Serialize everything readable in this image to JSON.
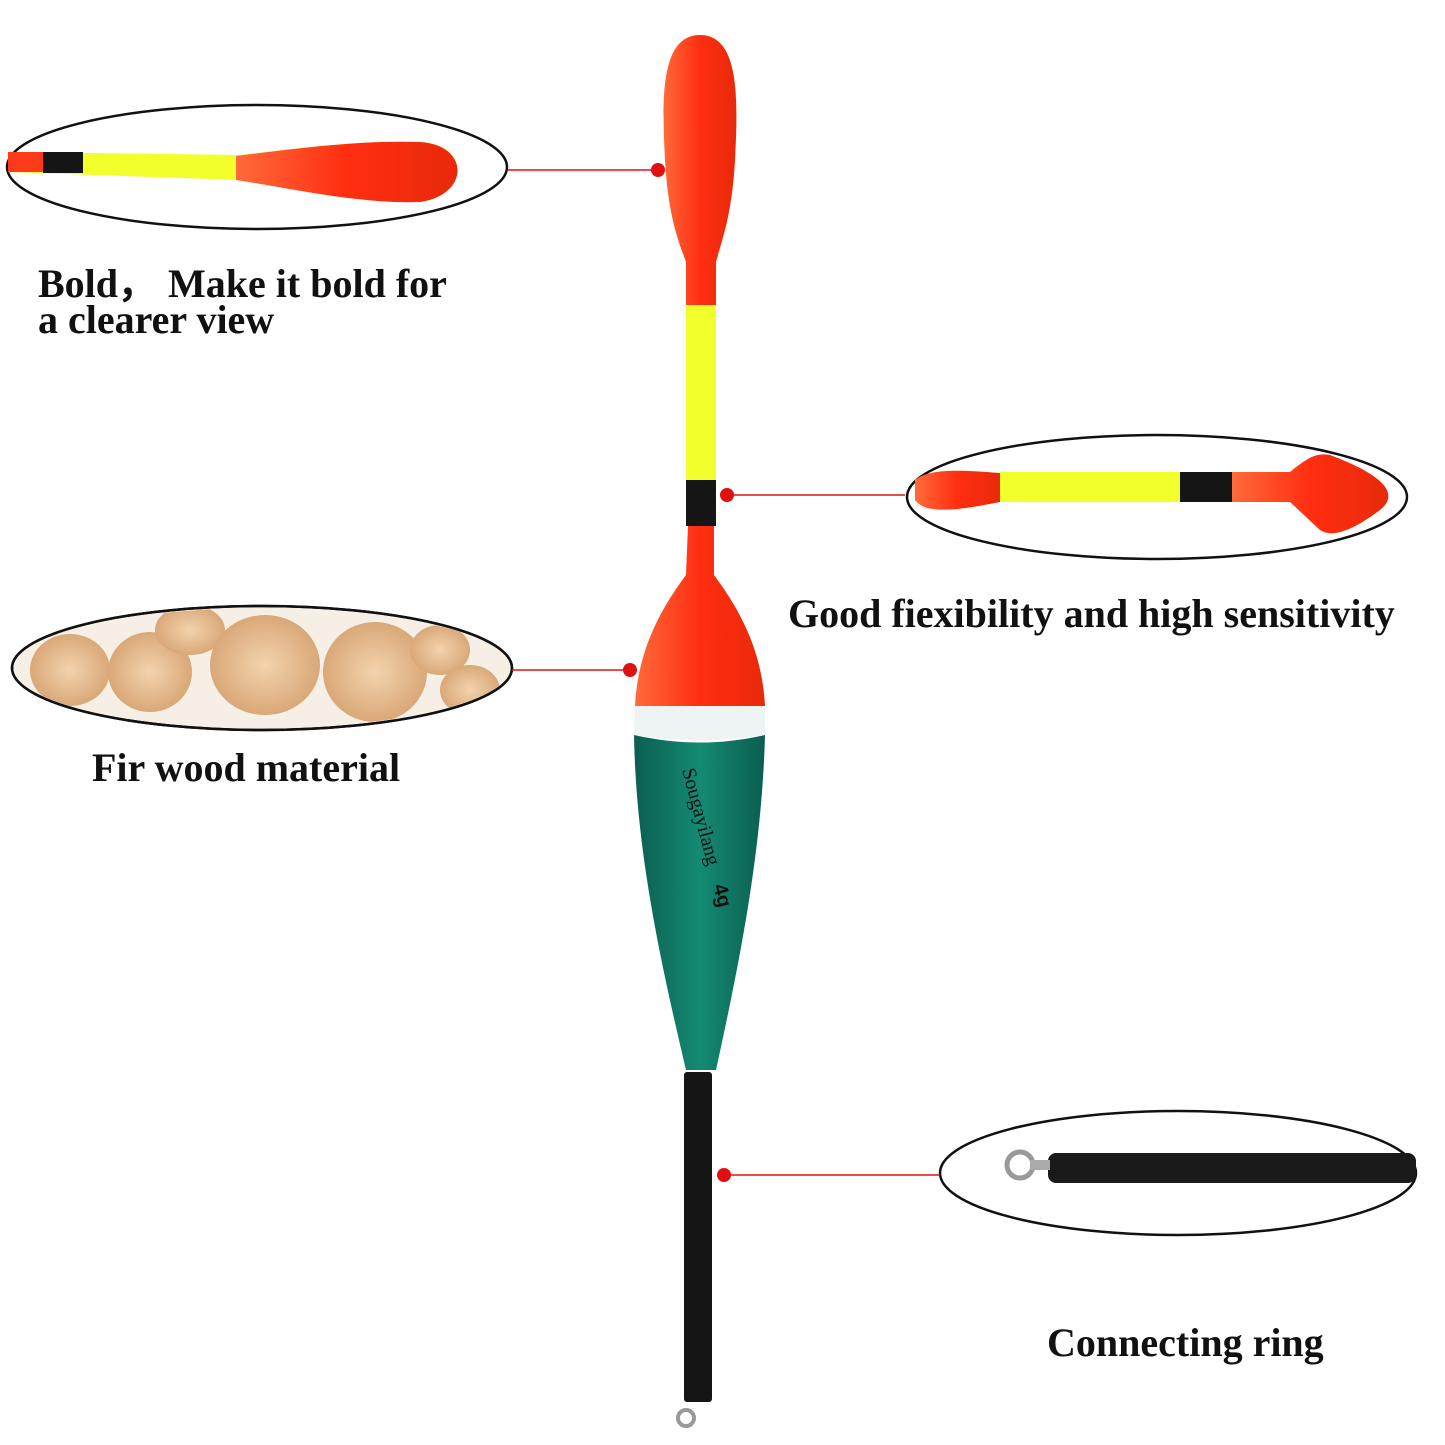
{
  "labels": {
    "tip_line1": "Bold， Make it bold for",
    "tip_line2": "a clearer view",
    "stem": "Good fiexibility and high sensitivity",
    "body": "Fir wood material",
    "ring": "Connecting ring"
  },
  "brand": {
    "logo_text": "Sougayilang",
    "weight": "4g"
  },
  "colors": {
    "red": "#ff3a1a",
    "yellow": "#f2ff2a",
    "green": "#0f7a66",
    "black": "#151515",
    "callout_line": "#e01010"
  }
}
